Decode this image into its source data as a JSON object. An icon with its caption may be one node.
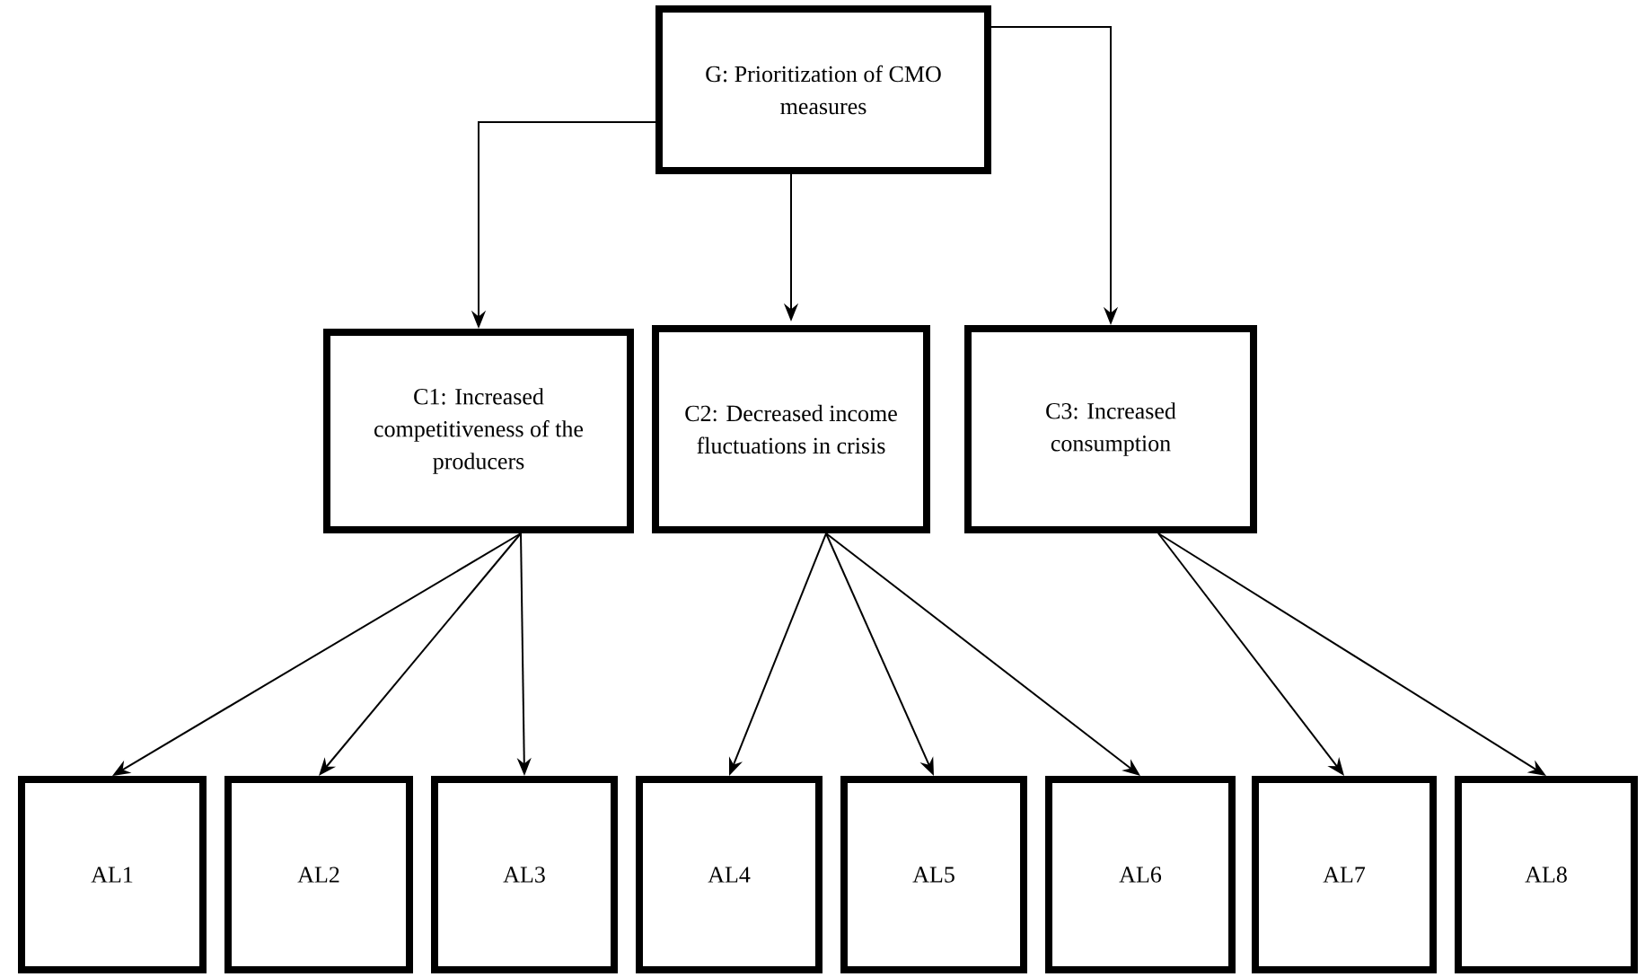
{
  "diagram": {
    "nodes": [
      {
        "text": [
          "G: Prioritization of CMO measures"
        ]
      },
      {
        "text": [
          "C1: Increased competitiveness of the producers"
        ]
      },
      {
        "text": [
          "C2: Decreased income fluctuations in crisis"
        ]
      },
      {
        "text": [
          "C3: Increased consumption"
        ]
      },
      {
        "text": [
          "AL1"
        ]
      },
      {
        "text": [
          "AL2"
        ]
      },
      {
        "text": [
          "AL3"
        ]
      },
      {
        "text": [
          "AL4"
        ]
      },
      {
        "text": [
          "AL5"
        ]
      },
      {
        "text": [
          "AL6"
        ]
      },
      {
        "text": [
          "AL7"
        ]
      },
      {
        "text": [
          "AL8"
        ]
      }
    ],
    "edges": [
      {
        "from": 0,
        "to": 1,
        "arrow": "to"
      },
      {
        "from": 0,
        "to": 2,
        "arrow": "to"
      },
      {
        "from": 0,
        "to": 3,
        "arrow": "to"
      },
      {
        "from": 1,
        "to": 4,
        "arrow": "to"
      },
      {
        "from": 1,
        "to": 5,
        "arrow": "to"
      },
      {
        "from": 1,
        "to": 6,
        "arrow": "to"
      },
      {
        "from": 2,
        "to": 7,
        "arrow": "to"
      },
      {
        "from": 2,
        "to": 8,
        "arrow": "to"
      },
      {
        "from": 2,
        "to": 9,
        "arrow": "to"
      },
      {
        "from": 3,
        "to": 10,
        "arrow": "to"
      },
      {
        "from": 3,
        "to": 11,
        "arrow": "to"
      }
    ]
  }
}
